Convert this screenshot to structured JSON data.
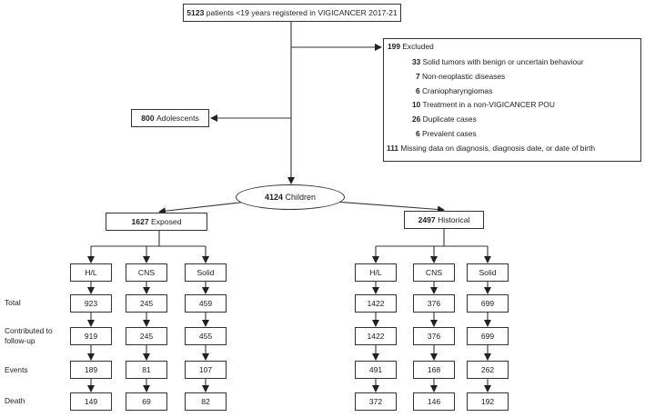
{
  "top_box": {
    "count": "5123",
    "text": "patients <19 years registered in VIGICANCER 2017-21"
  },
  "excluded": {
    "count": "199",
    "label": "Excluded",
    "items": [
      {
        "count": "33",
        "text": "Solid tumors with benign or uncertain behaviour"
      },
      {
        "count": "7",
        "text": "Non-neoplastic diseases"
      },
      {
        "count": "6",
        "text": "Craniopharyngiomas"
      },
      {
        "count": "10",
        "text": "Treatment in a non-VIGICANCER POU"
      },
      {
        "count": "26",
        "text": "Duplicate cases"
      },
      {
        "count": "6",
        "text": "Prevalent cases"
      },
      {
        "count": "111",
        "text": "Missing data on diagnosis,  diagnosis date, or date of birth"
      }
    ]
  },
  "adolescents": {
    "count": "800",
    "text": "Adolescents"
  },
  "children": {
    "count": "4124",
    "text": "Children"
  },
  "exposed": {
    "count": "1627",
    "text": "Exposed"
  },
  "historical": {
    "count": "2497",
    "text": "Historical"
  },
  "row_labels": {
    "total": "Total",
    "contributed_line1": "Contributed to",
    "contributed_line2": "follow-up",
    "events": "Events",
    "death": "Death"
  },
  "groups": [
    {
      "name": "H/L",
      "total": "923",
      "contributed": "919",
      "events": "189",
      "death": "149"
    },
    {
      "name": "CNS",
      "total": "245",
      "contributed": "245",
      "events": "81",
      "death": "69"
    },
    {
      "name": "Solid",
      "total": "459",
      "contributed": "455",
      "events": "107",
      "death": "82"
    },
    {
      "name": "H/L",
      "total": "1422",
      "contributed": "1422",
      "events": "491",
      "death": "372"
    },
    {
      "name": "CNS",
      "total": "376",
      "contributed": "376",
      "events": "168",
      "death": "146"
    },
    {
      "name": "Solid",
      "total": "699",
      "contributed": "699",
      "events": "262",
      "death": "192"
    }
  ]
}
